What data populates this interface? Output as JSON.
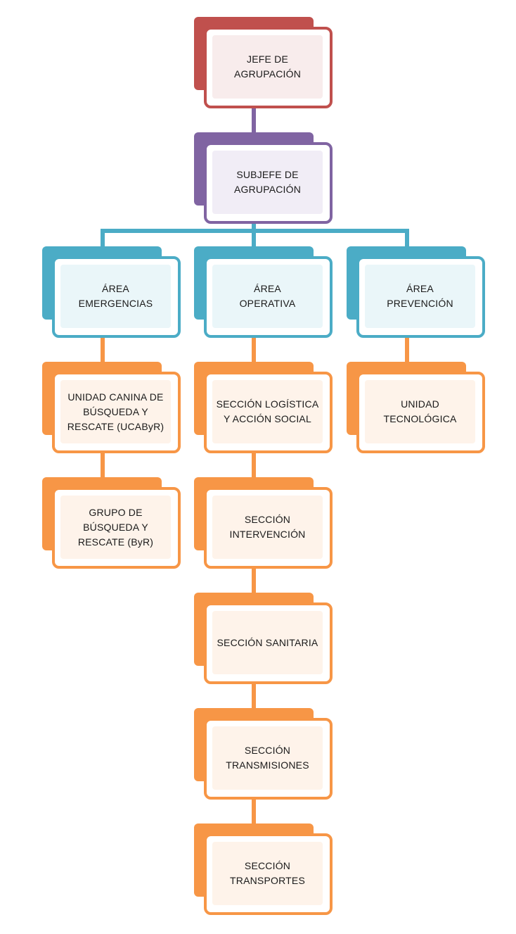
{
  "chart": {
    "jefe": {
      "line1": "JEFE DE",
      "line2": "AGRUPACIÓN"
    },
    "subjefe": {
      "line1": "SUBJEFE DE",
      "line2": "AGRUPACIÓN"
    },
    "areas": {
      "emergencias": {
        "line1": "ÁREA",
        "line2": "EMERGENCIAS"
      },
      "operativa": {
        "line1": "ÁREA",
        "line2": "OPERATIVA"
      },
      "prevencion": {
        "line1": "ÁREA",
        "line2": "PREVENCIÓN"
      }
    },
    "emergencias_units": {
      "ucabyr": {
        "line1": "UNIDAD CANINA DE",
        "line2": "BÚSQUEDA Y",
        "line3": "RESCATE (UCAByR)"
      },
      "byr": {
        "line1": "GRUPO DE",
        "line2": "BÚSQUEDA Y",
        "line3": "RESCATE (ByR)"
      }
    },
    "operativa_units": {
      "logistica": {
        "line1": "SECCIÓN LOGÍSTICA",
        "line2": "Y ACCIÓN SOCIAL"
      },
      "intervencion": {
        "line1": "SECCIÓN",
        "line2": "INTERVENCIÓN"
      },
      "sanitaria": {
        "line1": "SECCIÓN SANITARIA"
      },
      "transmisiones": {
        "line1": "SECCIÓN",
        "line2": "TRANSMISIONES"
      },
      "transportes": {
        "line1": "SECCIÓN",
        "line2": "TRANSPORTES"
      }
    },
    "prevencion_units": {
      "tecnologica": {
        "line1": "UNIDAD",
        "line2": "TECNOLÓGICA"
      }
    }
  },
  "colors": {
    "jefe": "#c0504d",
    "subjefe": "#8064a2",
    "area": "#4bacc6",
    "unit": "#f79646"
  }
}
